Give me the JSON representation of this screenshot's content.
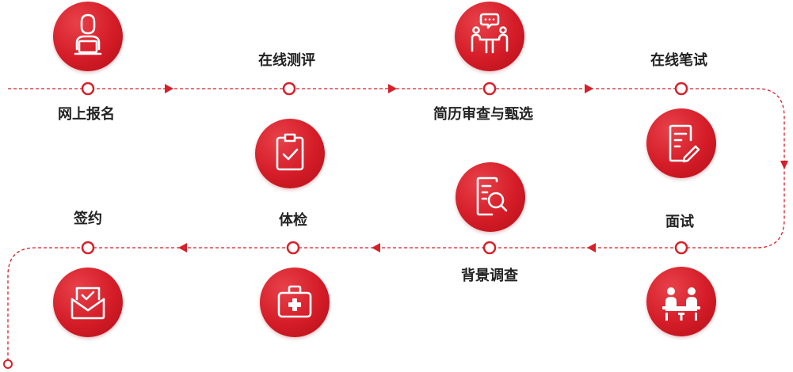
{
  "steps": [
    {
      "id": "register",
      "label": "网上报名",
      "icon": "applicant-laptop-icon"
    },
    {
      "id": "online-assessment",
      "label": "在线测评",
      "icon": "clipboard-check-icon"
    },
    {
      "id": "resume-screening",
      "label": "简历审查与甄选",
      "icon": "meeting-chat-icon"
    },
    {
      "id": "online-exam",
      "label": "在线笔试",
      "icon": "document-pen-icon"
    },
    {
      "id": "interview",
      "label": "面试",
      "icon": "interview-table-icon"
    },
    {
      "id": "background-check",
      "label": "背景调查",
      "icon": "document-search-icon"
    },
    {
      "id": "medical-exam",
      "label": "体检",
      "icon": "medical-kit-icon"
    },
    {
      "id": "sign-contract",
      "label": "签约",
      "icon": "envelope-check-icon"
    }
  ],
  "colors": {
    "accent": "#d8202a",
    "text": "#222222",
    "background": "#ffffff"
  }
}
